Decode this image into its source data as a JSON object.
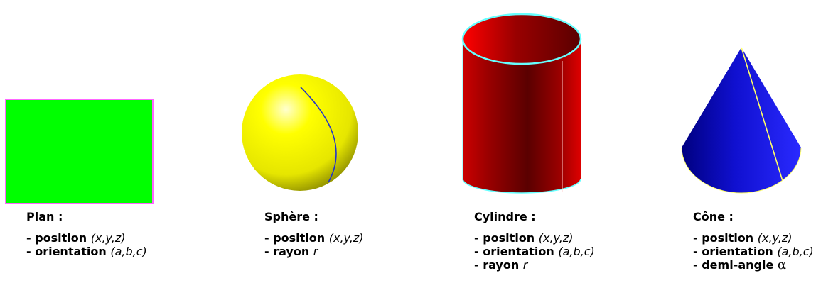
{
  "shapes": [
    {
      "id": "plan",
      "title": "Plan :",
      "colors": {
        "fill": "#00ff00",
        "edge": "#ff66ff"
      },
      "properties": [
        {
          "label": "- position ",
          "param": "(x,y,z)"
        },
        {
          "label": "- orientation ",
          "param": "(a,b,c)"
        }
      ]
    },
    {
      "id": "sphere",
      "title": "Sphère :",
      "colors": {
        "fill": "#ffff00",
        "shade": "#9a9a00",
        "curve": "#2233cc"
      },
      "properties": [
        {
          "label": "- position ",
          "param": "(x,y,z)"
        },
        {
          "label": "- rayon ",
          "param": "r"
        }
      ]
    },
    {
      "id": "cylinder",
      "title": "Cylindre :",
      "colors": {
        "fill": "#cc0000",
        "dark": "#5a0000",
        "rim": "#66ffff"
      },
      "properties": [
        {
          "label": "- position ",
          "param": "(x,y,z)"
        },
        {
          "label": "- orientation ",
          "param": "(a,b,c)"
        },
        {
          "label": "- rayon ",
          "param": "r"
        }
      ]
    },
    {
      "id": "cone",
      "title": "Cône :",
      "colors": {
        "fill": "#1f1fff",
        "dark": "#000080",
        "line": "#ffff66"
      },
      "properties": [
        {
          "label": "- position ",
          "param": "(x,y,z)"
        },
        {
          "label": "- orientation ",
          "param": "(a,b,c)"
        },
        {
          "label": "- demi-angle ",
          "param": "α"
        }
      ]
    }
  ]
}
